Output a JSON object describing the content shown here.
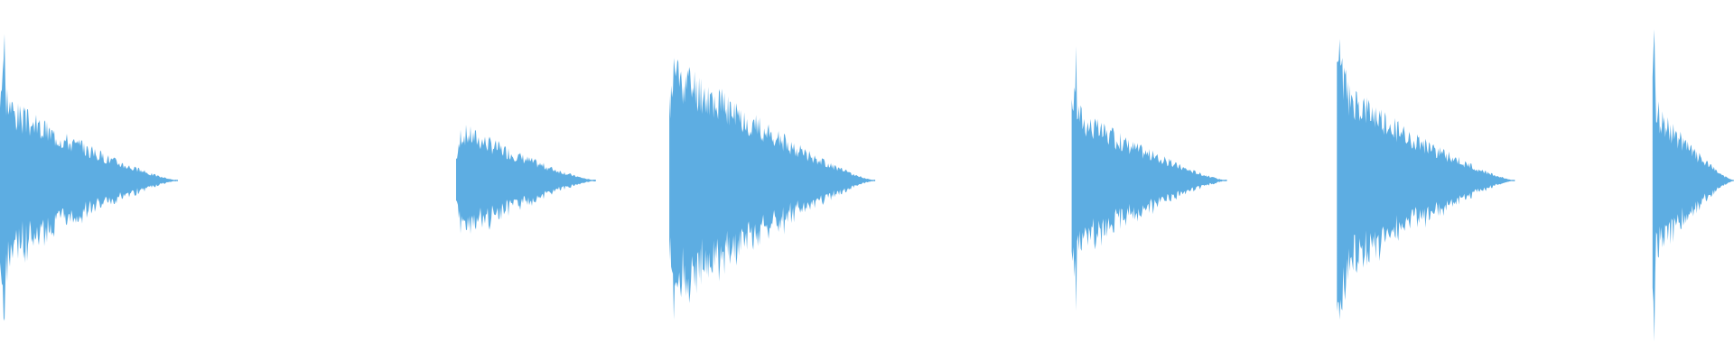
{
  "waveform": {
    "color": "#5dade2",
    "background": "#ffffff",
    "duration_seconds": 10,
    "bursts": [
      {
        "start": 0.0,
        "peak": 0.78,
        "body": 0.4,
        "end": 1.03,
        "seed": 3
      },
      {
        "start": 2.63,
        "peak": 0.2,
        "body": 0.28,
        "end": 3.44,
        "seed": 7
      },
      {
        "start": 3.86,
        "peak": 0.65,
        "body": 0.6,
        "end": 5.05,
        "seed": 11
      },
      {
        "start": 6.18,
        "peak": 0.62,
        "body": 0.35,
        "end": 7.08,
        "seed": 17
      },
      {
        "start": 7.71,
        "peak": 0.9,
        "body": 0.47,
        "end": 8.74,
        "seed": 23
      },
      {
        "start": 9.53,
        "peak": 0.78,
        "body": 0.38,
        "end": 10.0,
        "seed": 29
      }
    ]
  }
}
